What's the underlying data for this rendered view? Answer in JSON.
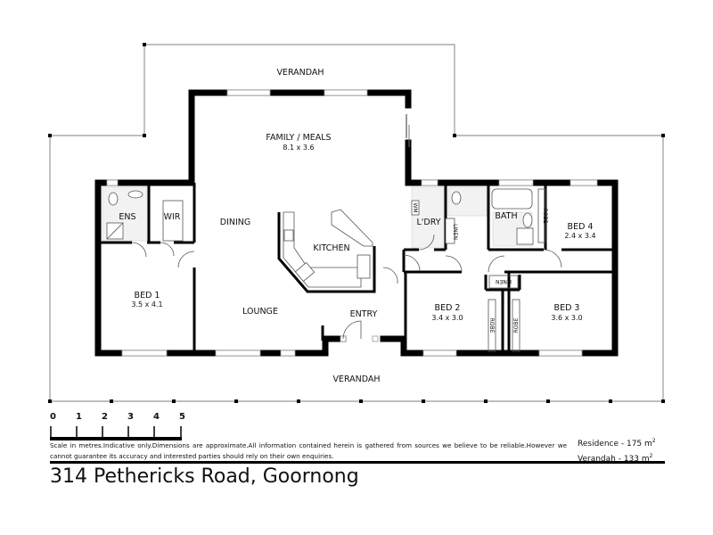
{
  "title": "314 Pethericks Road, Goornong",
  "rooms": {
    "verandah_top": "VERANDAH",
    "verandah_bottom": "VERANDAH",
    "family_meals": {
      "name": "FAMILY / MEALS",
      "size": "8.1 x 3.6"
    },
    "dining": "DINING",
    "kitchen": "KITCHEN",
    "lounge": "LOUNGE",
    "entry": "ENTRY",
    "ens": "ENS",
    "wir": "WIR",
    "bed1": {
      "name": "BED 1",
      "size": "3.5 x 4.1"
    },
    "bed2": {
      "name": "BED 2",
      "size": "3.4 x 3.0"
    },
    "bed3": {
      "name": "BED 3",
      "size": "3.6 x 3.0"
    },
    "bed4": {
      "name": "BED 4",
      "size": "2.4 x 3.4"
    },
    "laundry": "L'DRY",
    "bath": "BATH",
    "linen1": "LINEN",
    "linen2": "LINEN",
    "robe_bed2": "ROBE",
    "robe_bed3": "ROBE",
    "robe_bed4": "ROBE",
    "wm": "WM"
  },
  "scale": {
    "ticks": [
      "0",
      "1",
      "2",
      "3",
      "4",
      "5"
    ],
    "unit": "metres"
  },
  "disclaimer": "Scale in metres.Indicative only.Dimensions are approximate.All information contained herein is gathered from sources we believe to be reliable.However we cannot guarantee its accuracy and interested parties should rely on their own enquiries.",
  "areas": {
    "residence_label": "Residence - 175 m",
    "verandah_label": "Verandah  - 133 m",
    "superscript": "2"
  }
}
